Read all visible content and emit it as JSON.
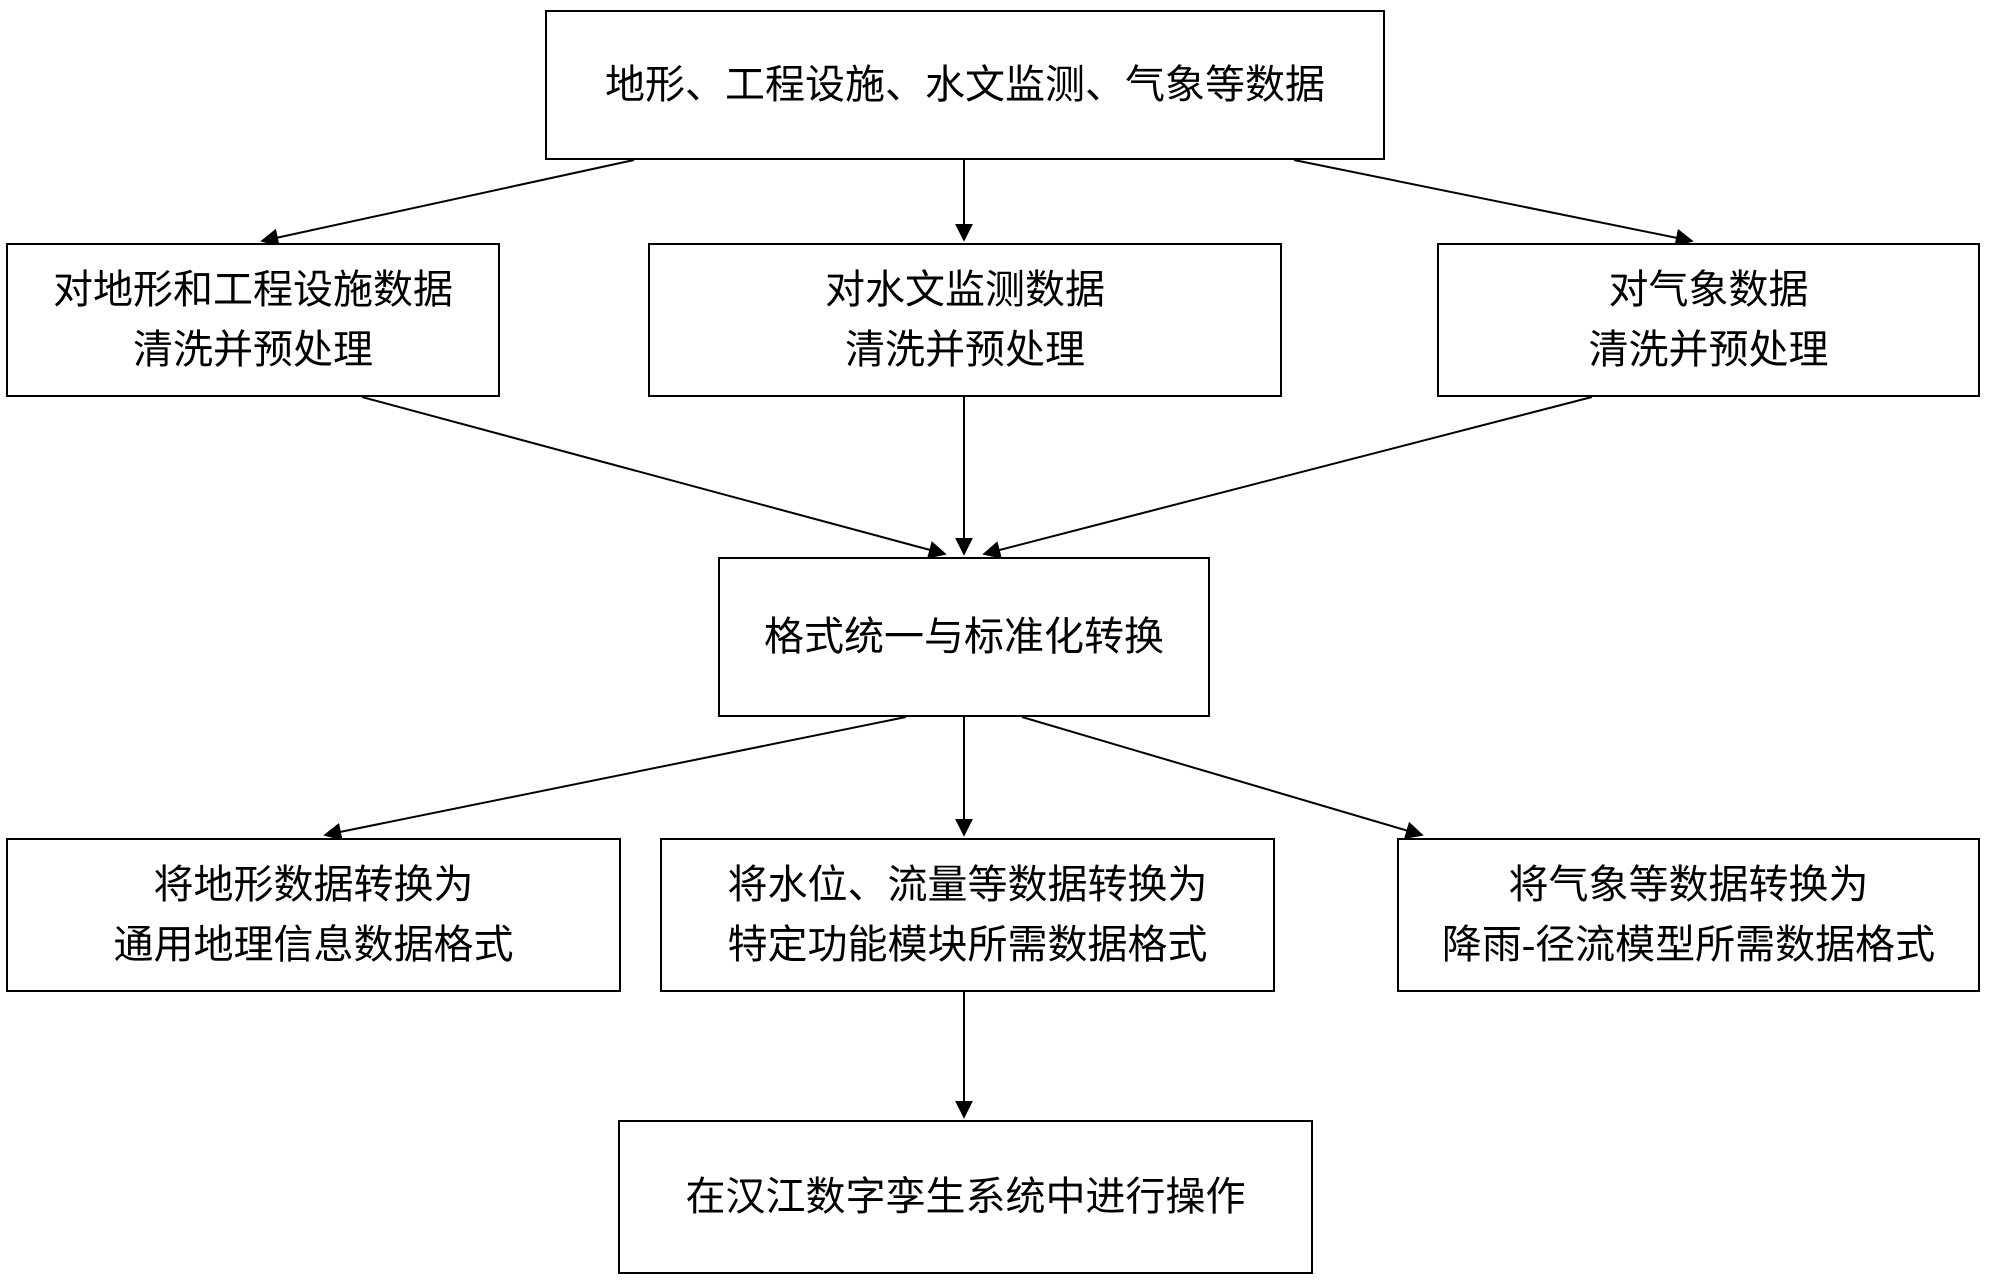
{
  "diagram": {
    "type": "flowchart",
    "nodes": {
      "source_data": {
        "label": "地形、工程设施、水文监测、气象等数据"
      },
      "clean_terrain": {
        "label": "对地形和工程设施数据\n清洗并预处理"
      },
      "clean_hydro": {
        "label": "对水文监测数据\n清洗并预处理"
      },
      "clean_meteo": {
        "label": "对气象数据\n清洗并预处理"
      },
      "standardize": {
        "label": "格式统一与标准化转换"
      },
      "convert_terrain": {
        "label": "将地形数据转换为\n通用地理信息数据格式"
      },
      "convert_hydro": {
        "label": "将水位、流量等数据转换为\n特定功能模块所需数据格式"
      },
      "convert_meteo": {
        "label": "将气象等数据转换为\n降雨-径流模型所需数据格式"
      },
      "operate": {
        "label": "在汉江数字孪生系统中进行操作"
      }
    },
    "edges": [
      {
        "from": "source_data",
        "to": "clean_terrain"
      },
      {
        "from": "source_data",
        "to": "clean_hydro"
      },
      {
        "from": "source_data",
        "to": "clean_meteo"
      },
      {
        "from": "clean_terrain",
        "to": "standardize"
      },
      {
        "from": "clean_hydro",
        "to": "standardize"
      },
      {
        "from": "clean_meteo",
        "to": "standardize"
      },
      {
        "from": "standardize",
        "to": "convert_terrain"
      },
      {
        "from": "standardize",
        "to": "convert_hydro"
      },
      {
        "from": "standardize",
        "to": "convert_meteo"
      },
      {
        "from": "convert_hydro",
        "to": "operate"
      }
    ],
    "colors": {
      "line": "#000000",
      "box_border": "#000000",
      "background": "#ffffff",
      "text": "#000000"
    }
  }
}
